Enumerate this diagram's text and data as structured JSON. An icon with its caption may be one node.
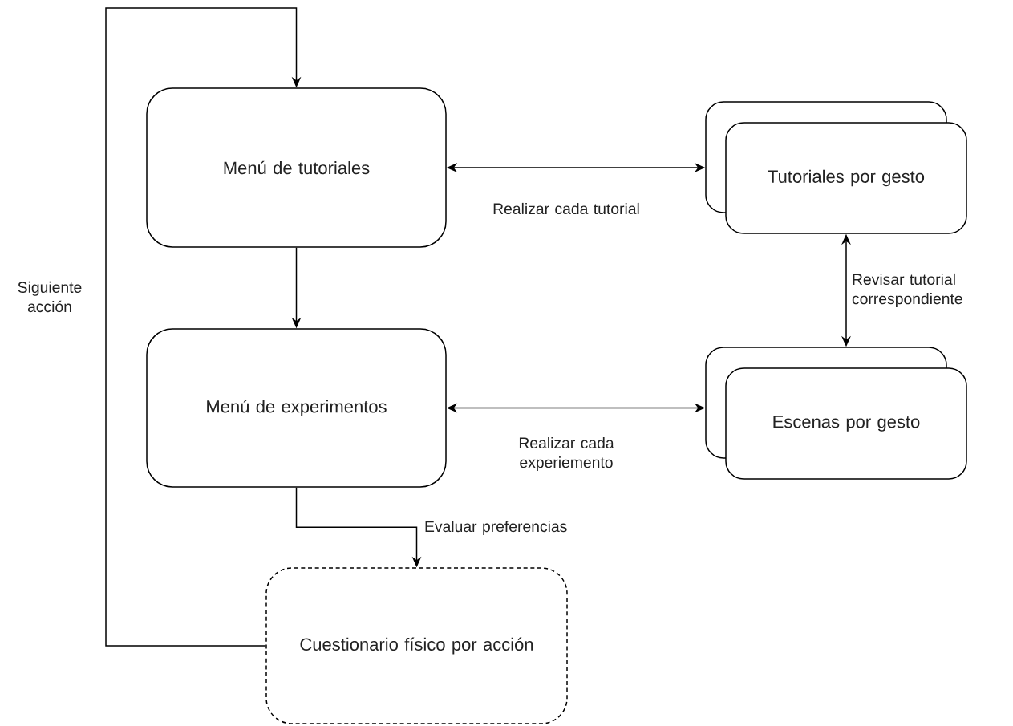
{
  "diagram": {
    "nodes": [
      {
        "text": [
          "Menú de tutoriales"
        ]
      },
      {
        "text": [
          "Menú de experimentos"
        ]
      },
      {
        "text": [
          "Tutoriales por gesto"
        ]
      },
      {
        "text": [
          "Escenas por gesto"
        ]
      },
      {
        "text": [
          "Cuestionario físico por acción"
        ]
      }
    ],
    "edges": [
      {
        "from": 4,
        "to": 0,
        "arrow": "to",
        "label": "Siguiente acción"
      },
      {
        "from": 0,
        "to": 1,
        "arrow": "to"
      },
      {
        "from": 0,
        "to": 2,
        "arrow": "both",
        "label": "Realizar cada tutorial"
      },
      {
        "from": 1,
        "to": 3,
        "arrow": "both",
        "label": "Realizar cada experiemento"
      },
      {
        "from": 2,
        "to": 3,
        "arrow": "both",
        "label": "Revisar tutorial correspondiente"
      },
      {
        "from": 1,
        "to": 4,
        "arrow": "to",
        "label": "Evaluar preferencias"
      }
    ]
  }
}
